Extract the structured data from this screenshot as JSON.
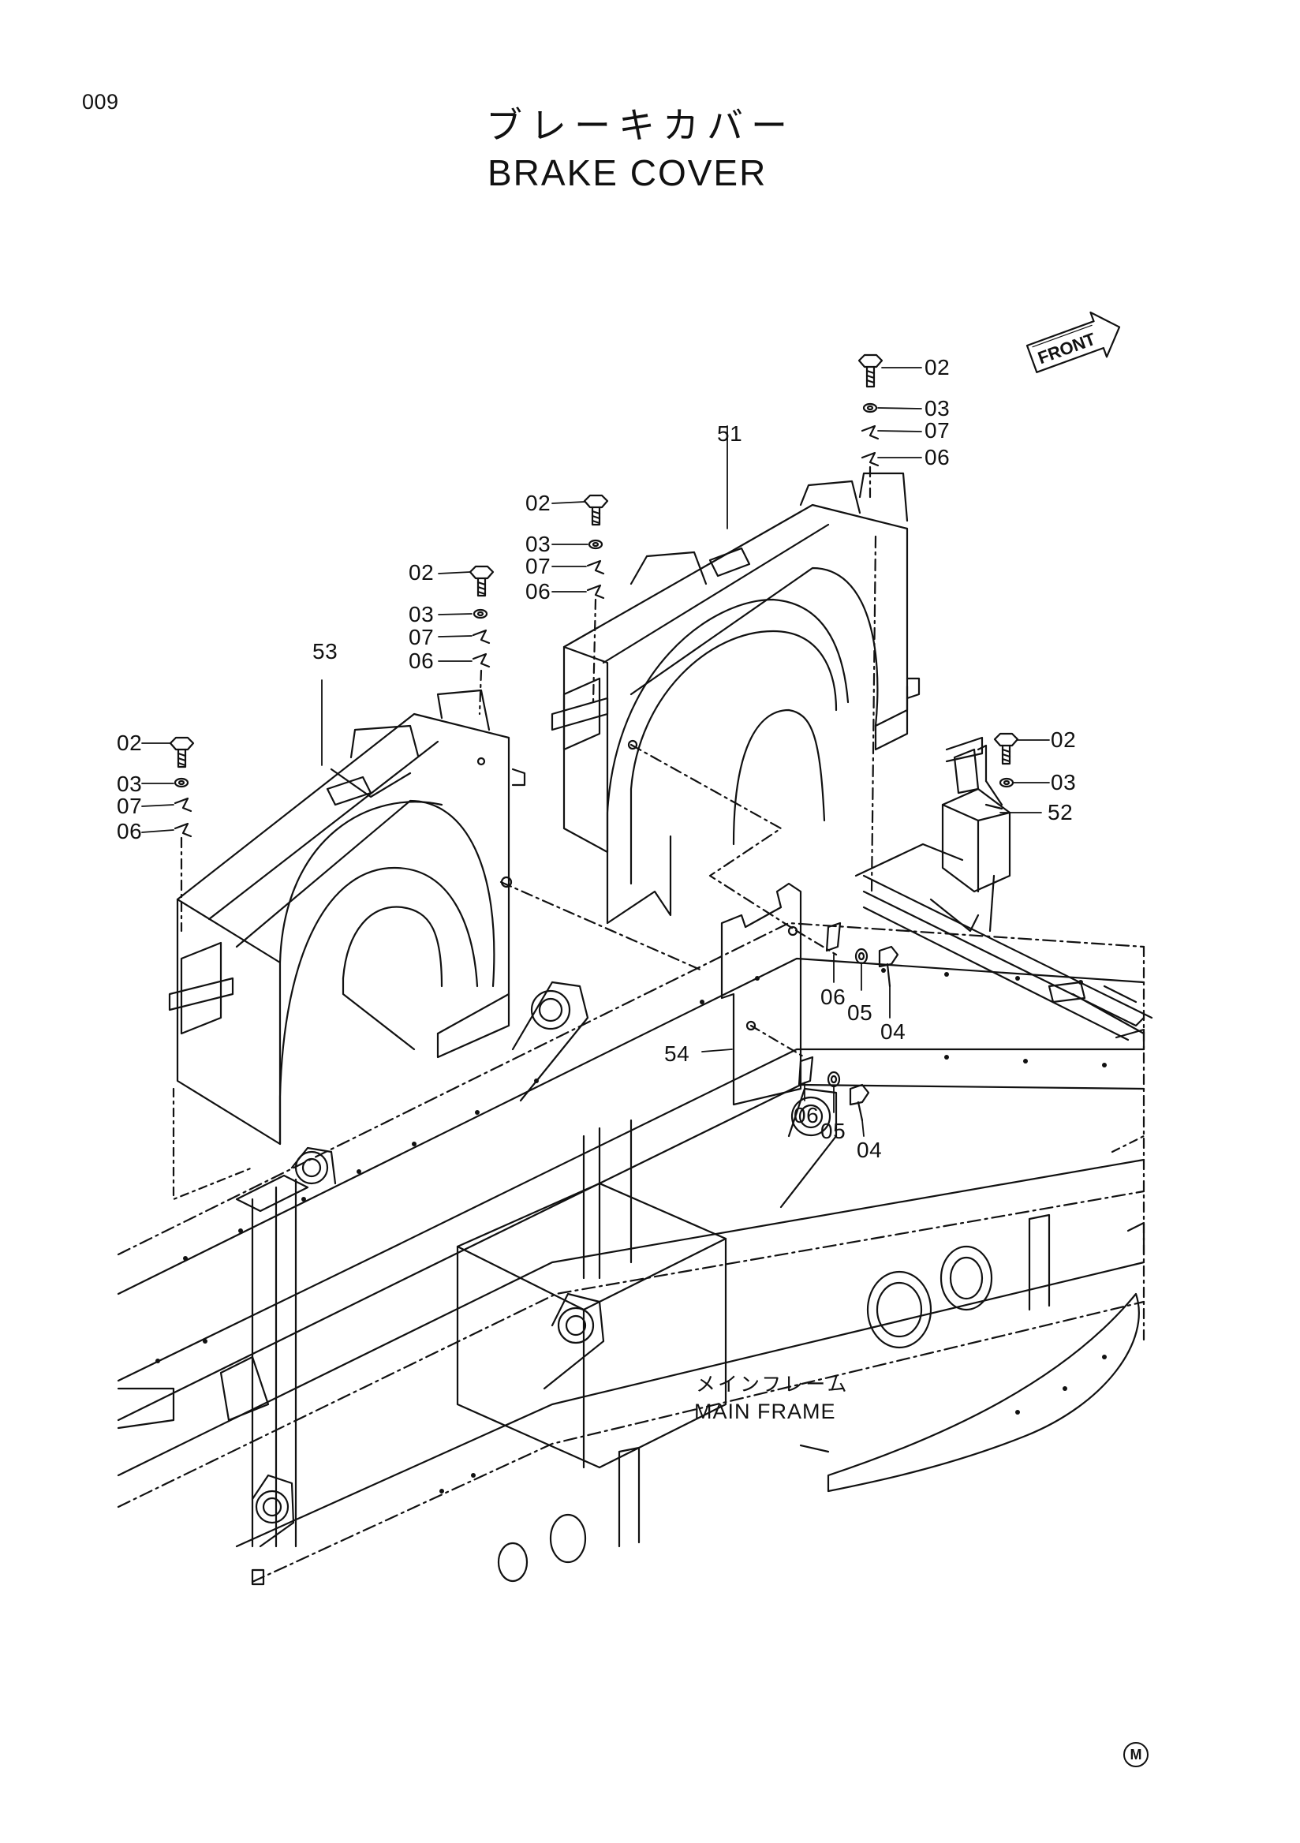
{
  "page": {
    "number": "009",
    "title_jp": "ブレーキカバー",
    "title_en": "BRAKE COVER",
    "direction_label": "FRONT",
    "frame_label_jp": "メインフレーム",
    "frame_label_en": "MAIN FRAME",
    "mark": "M"
  },
  "callouts": {
    "c53": "53",
    "c51": "51",
    "c52": "52",
    "c54": "54",
    "a02": "02",
    "a03": "03",
    "a07": "07",
    "a06": "06",
    "b02": "02",
    "b03": "03",
    "b07": "07",
    "b06": "06",
    "c02": "02",
    "c03": "03",
    "c07": "07",
    "c06": "06",
    "d02": "02",
    "d03": "03",
    "d07": "07",
    "d06": "06",
    "e02": "02",
    "e03": "03",
    "f06": "06",
    "f05": "05",
    "f04": "04",
    "g06": "06",
    "g05": "05",
    "g04": "04"
  }
}
